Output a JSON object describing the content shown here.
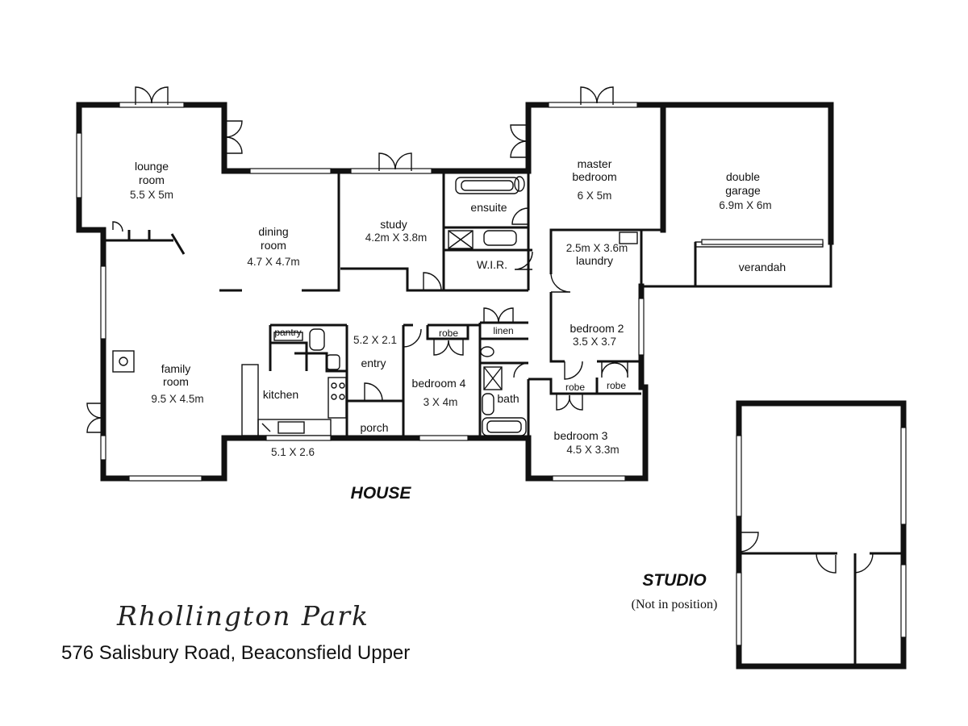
{
  "rooms": {
    "lounge": {
      "name_line1": "lounge",
      "name_line2": "room",
      "dim": "5.5 X 5m"
    },
    "dining": {
      "name_line1": "dining",
      "name_line2": "room",
      "dim": "4.7 X 4.7m"
    },
    "study": {
      "name": "study",
      "dim": "4.2m X 3.8m"
    },
    "ensuite": {
      "name": "ensuite"
    },
    "wir": {
      "name": "W.I.R."
    },
    "master": {
      "name_line1": "master",
      "name_line2": "bedroom",
      "dim": "6 X 5m"
    },
    "garage": {
      "name_line1": "double",
      "name_line2": "garage",
      "dim": "6.9m X 6m"
    },
    "verandah": {
      "name": "verandah"
    },
    "laundry": {
      "dim": "2.5m X 3.6m",
      "name": "laundry"
    },
    "pantry": {
      "name": "pantry"
    },
    "entry": {
      "dim": "5.2 X 2.1",
      "name": "entry"
    },
    "linen": {
      "name": "linen"
    },
    "robe_bed4": {
      "name": "robe"
    },
    "bedroom2": {
      "name": "bedroom 2",
      "dim": "3.5 X 3.7"
    },
    "family": {
      "name_line1": "family",
      "name_line2": "room",
      "dim": "9.5 X 4.5m"
    },
    "kitchen": {
      "name": "kitchen",
      "dim": "5.1 X 2.6"
    },
    "bedroom4": {
      "name": "bedroom 4",
      "dim": "3 X 4m"
    },
    "bath": {
      "name": "bath"
    },
    "robe_bed3a": {
      "name": "robe"
    },
    "robe_bed3b": {
      "name": "robe"
    },
    "porch": {
      "name": "porch"
    },
    "bedroom3": {
      "name": "bedroom 3",
      "dim": "4.5 X 3.3m"
    }
  },
  "labels": {
    "house": "HOUSE",
    "studio": "STUDIO",
    "studio_note": "(Not in position)",
    "property_name": "Rhollington Park",
    "address": "576 Salisbury Road, Beaconsfield Upper"
  }
}
